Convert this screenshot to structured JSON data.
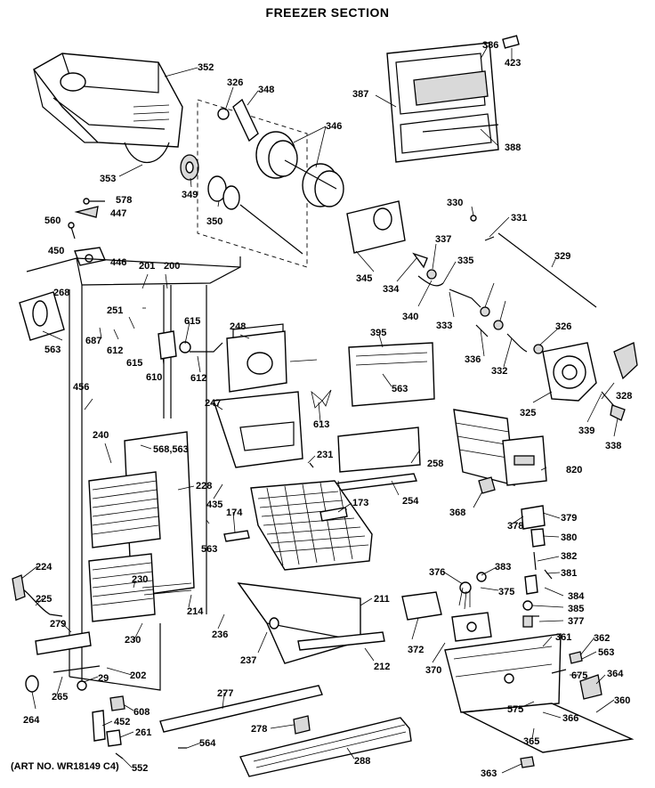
{
  "title": "FREEZER SECTION",
  "art_number": "(ART NO. WR18149 C4)",
  "callouts": [
    "352",
    "326",
    "348",
    "386",
    "423",
    "387",
    "388",
    "346",
    "353",
    "349",
    "350",
    "578",
    "447",
    "560",
    "450",
    "446",
    "330",
    "331",
    "201",
    "200",
    "337",
    "335",
    "329",
    "268",
    "251",
    "615",
    "248",
    "345",
    "334",
    "340",
    "333",
    "336",
    "332",
    "326",
    "328",
    "563",
    "687",
    "612",
    "615",
    "610",
    "612",
    "395",
    "563",
    "325",
    "339",
    "338",
    "456",
    "247",
    "613",
    "240",
    "568,563",
    "231",
    "258",
    "820",
    "228",
    "435",
    "174",
    "173",
    "254",
    "368",
    "378",
    "379",
    "563",
    "380",
    "382",
    "224",
    "376",
    "383",
    "381",
    "375",
    "384",
    "230",
    "211",
    "385",
    "377",
    "225",
    "214",
    "372",
    "361",
    "362",
    "279",
    "236",
    "370",
    "563",
    "230",
    "237",
    "212",
    "675",
    "364",
    "202",
    "29",
    "360",
    "264",
    "265",
    "608",
    "277",
    "575",
    "366",
    "452",
    "261",
    "564",
    "278",
    "365",
    "552",
    "288",
    "363"
  ],
  "callout_ids": [
    "352",
    "326a",
    "348",
    "386",
    "423",
    "387",
    "388",
    "346",
    "353",
    "349",
    "350",
    "578",
    "447",
    "560",
    "450",
    "446",
    "330",
    "331",
    "201",
    "200",
    "337a",
    "335a",
    "329",
    "268",
    "251",
    "615a",
    "248",
    "345",
    "334",
    "340",
    "333",
    "336",
    "332",
    "326b",
    "328",
    "563a",
    "687",
    "612a",
    "615b",
    "610",
    "612b",
    "395",
    "563b",
    "325",
    "339",
    "338",
    "456",
    "247",
    "613",
    "240",
    "568-563",
    "231",
    "258",
    "820",
    "228",
    "435",
    "174",
    "173",
    "254",
    "368",
    "378",
    "379",
    "563c",
    "380",
    "382",
    "224",
    "376",
    "383",
    "381",
    "375",
    "384",
    "230a",
    "211",
    "385",
    "377",
    "225",
    "214",
    "372",
    "361",
    "362",
    "279",
    "236",
    "370",
    "563d",
    "230b",
    "237",
    "212",
    "675",
    "364",
    "202",
    "29",
    "360",
    "264",
    "265",
    "608",
    "277",
    "575",
    "366",
    "452",
    "261",
    "564",
    "278",
    "365",
    "552",
    "288",
    "363"
  ]
}
